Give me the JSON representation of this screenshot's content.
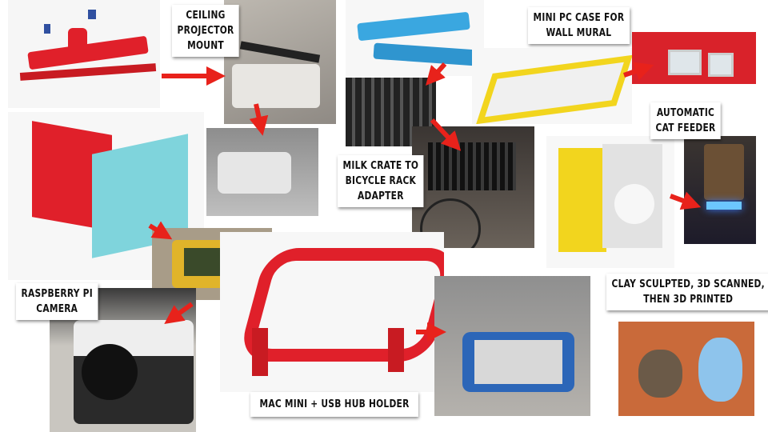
{
  "labels": {
    "projector": "CEILING\nPROJECTOR\nMOUNT",
    "mini_pc": "MINI PC CASE FOR\nWALL MURAL",
    "cat_feeder": "AUTOMATIC\nCAT FEEDER",
    "milk_crate": "MILK CRATE TO\nBICYCLE RACK\nADAPTER",
    "pi_camera": "RASPBERRY PI\nCAMERA",
    "clay": "CLAY SCULPTED, 3D SCANNED,\nTHEN 3D PRINTED",
    "mac_mini": "MAC MINI + USB HUB HOLDER"
  },
  "colors": {
    "arrow": "#e8221b",
    "red_print": "#e0202a",
    "blue_print": "#3aa7e0",
    "yellow_print": "#f2d51e",
    "cyan_print": "#7fd4dc"
  }
}
